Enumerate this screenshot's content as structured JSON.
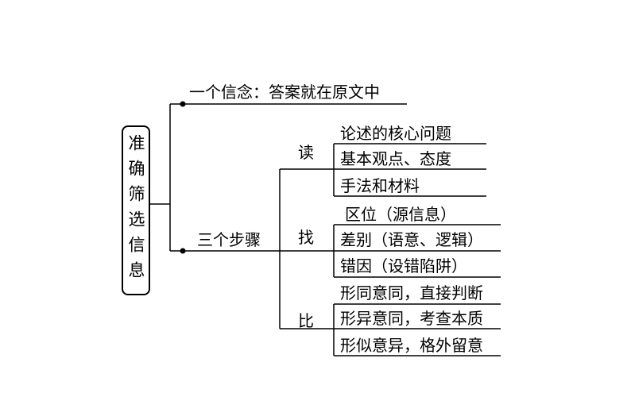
{
  "root": "准确筛选信息",
  "belief": "一个信念：答案就在原文中",
  "steps_label": "三个步骤",
  "steps": [
    {
      "name": "读",
      "items": [
        "论述的核心问题",
        "基本观点、态度",
        "手法和材料"
      ]
    },
    {
      "name": "找",
      "items": [
        "区位（源信息）",
        "差别（语意、逻辑）",
        "错因（设错陷阱）"
      ]
    },
    {
      "name": "比",
      "items": [
        "形同意同，直接判断",
        "形异意同，考查本质",
        "形似意异，格外留意"
      ]
    }
  ],
  "colors": {
    "line": "#000000",
    "text": "#000000",
    "background": "#ffffff"
  }
}
